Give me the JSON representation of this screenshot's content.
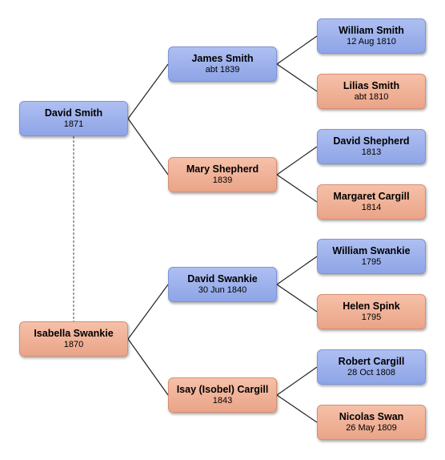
{
  "people": [
    {
      "id": "david-smith",
      "name": "David Smith",
      "date": "1871",
      "sex": "male"
    },
    {
      "id": "isabella-swankie",
      "name": "Isabella Swankie",
      "date": "1870",
      "sex": "female"
    },
    {
      "id": "james-smith",
      "name": "James Smith",
      "date": "abt 1839",
      "sex": "male"
    },
    {
      "id": "mary-shepherd",
      "name": "Mary Shepherd",
      "date": "1839",
      "sex": "female"
    },
    {
      "id": "david-swankie",
      "name": "David Swankie",
      "date": "30 Jun 1840",
      "sex": "male"
    },
    {
      "id": "isay-cargill",
      "name": "Isay (Isobel) Cargill",
      "date": "1843",
      "sex": "female"
    },
    {
      "id": "william-smith",
      "name": "William Smith",
      "date": "12 Aug 1810",
      "sex": "male"
    },
    {
      "id": "lilias-smith",
      "name": "Lilias Smith",
      "date": "abt 1810",
      "sex": "female"
    },
    {
      "id": "david-shepherd",
      "name": "David Shepherd",
      "date": "1813",
      "sex": "male"
    },
    {
      "id": "margaret-cargill",
      "name": "Margaret Cargill",
      "date": "1814",
      "sex": "female"
    },
    {
      "id": "william-swankie",
      "name": "William Swankie",
      "date": "1795",
      "sex": "male"
    },
    {
      "id": "helen-spink",
      "name": "Helen Spink",
      "date": "1795",
      "sex": "female"
    },
    {
      "id": "robert-cargill",
      "name": "Robert Cargill",
      "date": "28 Oct 1808",
      "sex": "male"
    },
    {
      "id": "nicolas-swan",
      "name": "Nicolas Swan",
      "date": "26 May 1809",
      "sex": "female"
    }
  ],
  "parent_links": [
    {
      "child": "david-smith",
      "father": "james-smith",
      "mother": "mary-shepherd"
    },
    {
      "child": "isabella-swankie",
      "father": "david-swankie",
      "mother": "isay-cargill"
    },
    {
      "child": "james-smith",
      "father": "william-smith",
      "mother": "lilias-smith"
    },
    {
      "child": "mary-shepherd",
      "father": "david-shepherd",
      "mother": "margaret-cargill"
    },
    {
      "child": "david-swankie",
      "father": "william-swankie",
      "mother": "helen-spink"
    },
    {
      "child": "isay-cargill",
      "father": "robert-cargill",
      "mother": "nicolas-swan"
    }
  ],
  "spouse_links": [
    {
      "a": "david-smith",
      "b": "isabella-swankie"
    }
  ],
  "colors": {
    "male": "#99ace9",
    "female": "#eeae93",
    "line": "#222222"
  }
}
